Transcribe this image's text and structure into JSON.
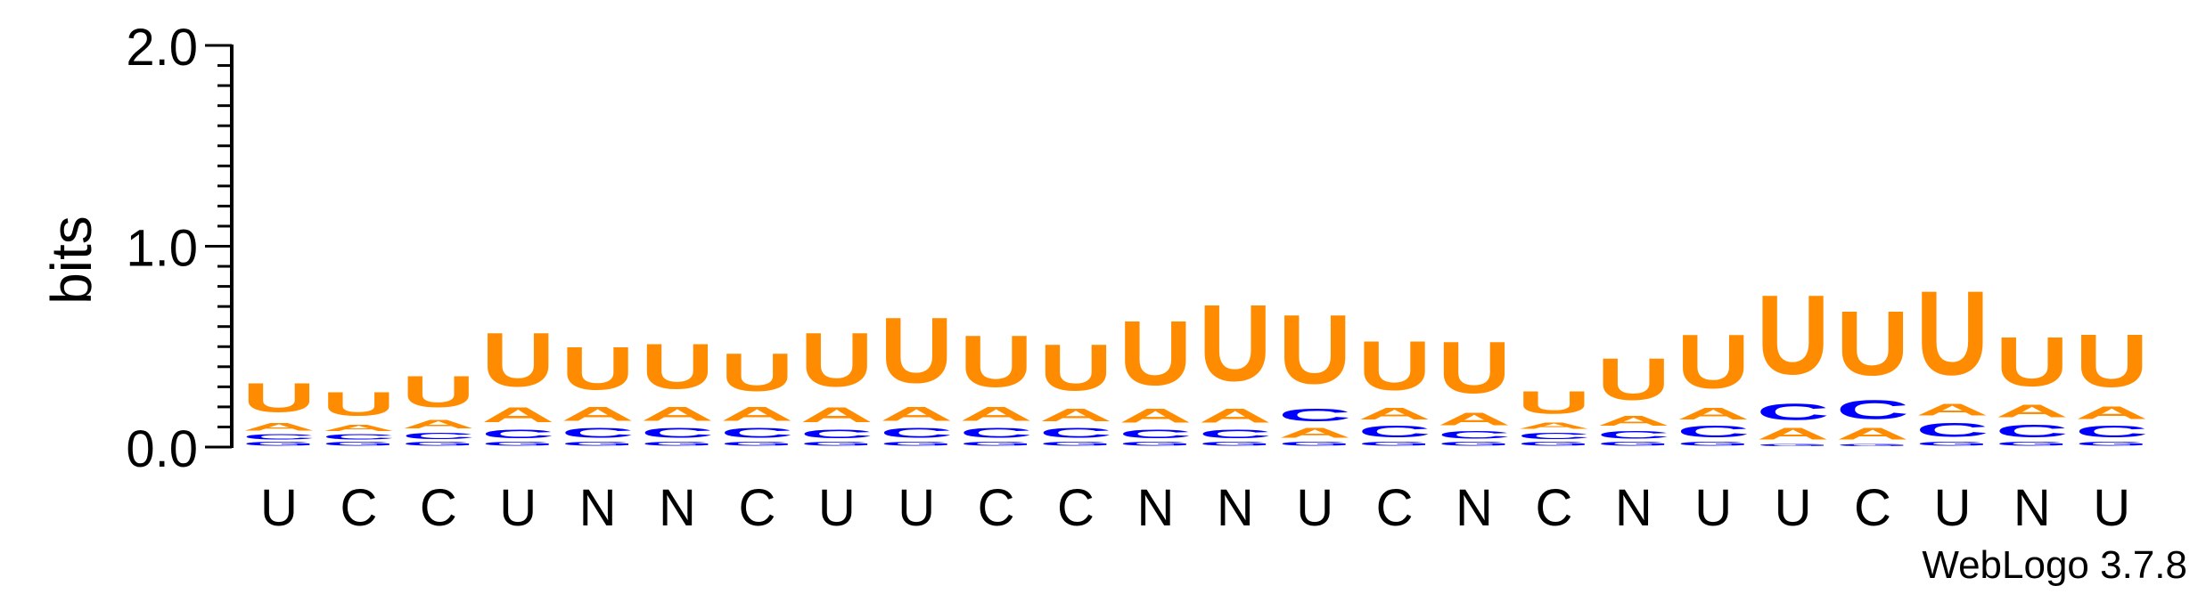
{
  "credit": "WebLogo 3.7.8",
  "chart_data": {
    "type": "sequence-logo",
    "ylabel": "bits",
    "ylim": [
      0,
      2.0
    ],
    "yticks": [
      "0.0",
      "1.0",
      "2.0"
    ],
    "colors": {
      "U": "#FF8C00",
      "A": "#FF8C00",
      "C": "#0000FF",
      "G": "#0000FF"
    },
    "positions": [
      {
        "label": "U",
        "letters": [
          [
            "G",
            0.03
          ],
          [
            "C",
            0.04
          ],
          [
            "A",
            0.06
          ],
          [
            "U",
            0.23
          ]
        ]
      },
      {
        "label": "C",
        "letters": [
          [
            "G",
            0.03
          ],
          [
            "C",
            0.04
          ],
          [
            "A",
            0.05
          ],
          [
            "U",
            0.19
          ]
        ]
      },
      {
        "label": "C",
        "letters": [
          [
            "G",
            0.03
          ],
          [
            "C",
            0.05
          ],
          [
            "A",
            0.07
          ],
          [
            "U",
            0.25
          ]
        ]
      },
      {
        "label": "U",
        "letters": [
          [
            "G",
            0.03
          ],
          [
            "C",
            0.07
          ],
          [
            "A",
            0.12
          ],
          [
            "U",
            0.43
          ]
        ]
      },
      {
        "label": "N",
        "letters": [
          [
            "G",
            0.03
          ],
          [
            "C",
            0.08
          ],
          [
            "A",
            0.11
          ],
          [
            "U",
            0.34
          ]
        ]
      },
      {
        "label": "N",
        "letters": [
          [
            "G",
            0.03
          ],
          [
            "C",
            0.08
          ],
          [
            "A",
            0.11
          ],
          [
            "U",
            0.36
          ]
        ]
      },
      {
        "label": "C",
        "letters": [
          [
            "G",
            0.03
          ],
          [
            "C",
            0.08
          ],
          [
            "A",
            0.11
          ],
          [
            "U",
            0.3
          ]
        ]
      },
      {
        "label": "U",
        "letters": [
          [
            "G",
            0.03
          ],
          [
            "C",
            0.07
          ],
          [
            "A",
            0.12
          ],
          [
            "U",
            0.43
          ]
        ]
      },
      {
        "label": "U",
        "letters": [
          [
            "G",
            0.03
          ],
          [
            "C",
            0.08
          ],
          [
            "A",
            0.11
          ],
          [
            "U",
            0.52
          ]
        ]
      },
      {
        "label": "C",
        "letters": [
          [
            "G",
            0.03
          ],
          [
            "C",
            0.08
          ],
          [
            "A",
            0.11
          ],
          [
            "U",
            0.41
          ]
        ]
      },
      {
        "label": "C",
        "letters": [
          [
            "G",
            0.03
          ],
          [
            "C",
            0.08
          ],
          [
            "A",
            0.1
          ],
          [
            "U",
            0.37
          ]
        ]
      },
      {
        "label": "N",
        "letters": [
          [
            "G",
            0.03
          ],
          [
            "C",
            0.07
          ],
          [
            "A",
            0.11
          ],
          [
            "U",
            0.51
          ]
        ]
      },
      {
        "label": "N",
        "letters": [
          [
            "G",
            0.03
          ],
          [
            "C",
            0.07
          ],
          [
            "A",
            0.11
          ],
          [
            "U",
            0.61
          ]
        ]
      },
      {
        "label": "U",
        "letters": [
          [
            "G",
            0.03
          ],
          [
            "A",
            0.08
          ],
          [
            "C",
            0.1
          ],
          [
            "U",
            0.55
          ]
        ]
      },
      {
        "label": "C",
        "letters": [
          [
            "G",
            0.03
          ],
          [
            "C",
            0.09
          ],
          [
            "A",
            0.09
          ],
          [
            "U",
            0.39
          ]
        ]
      },
      {
        "label": "N",
        "letters": [
          [
            "G",
            0.03
          ],
          [
            "C",
            0.06
          ],
          [
            "A",
            0.1
          ],
          [
            "U",
            0.41
          ]
        ]
      },
      {
        "label": "C",
        "letters": [
          [
            "G",
            0.03
          ],
          [
            "C",
            0.05
          ],
          [
            "A",
            0.05
          ],
          [
            "U",
            0.18
          ]
        ]
      },
      {
        "label": "N",
        "letters": [
          [
            "G",
            0.03
          ],
          [
            "C",
            0.06
          ],
          [
            "A",
            0.08
          ],
          [
            "U",
            0.33
          ]
        ]
      },
      {
        "label": "U",
        "letters": [
          [
            "G",
            0.03
          ],
          [
            "C",
            0.09
          ],
          [
            "A",
            0.09
          ],
          [
            "U",
            0.43
          ]
        ]
      },
      {
        "label": "U",
        "letters": [
          [
            "G",
            0.02
          ],
          [
            "A",
            0.09
          ],
          [
            "C",
            0.13
          ],
          [
            "U",
            0.63
          ]
        ]
      },
      {
        "label": "C",
        "letters": [
          [
            "G",
            0.02
          ],
          [
            "A",
            0.09
          ],
          [
            "C",
            0.15
          ],
          [
            "U",
            0.51
          ]
        ]
      },
      {
        "label": "U",
        "letters": [
          [
            "G",
            0.03
          ],
          [
            "C",
            0.11
          ],
          [
            "A",
            0.09
          ],
          [
            "U",
            0.67
          ]
        ]
      },
      {
        "label": "N",
        "letters": [
          [
            "G",
            0.03
          ],
          [
            "C",
            0.1
          ],
          [
            "A",
            0.1
          ],
          [
            "U",
            0.39
          ]
        ]
      },
      {
        "label": "U",
        "letters": [
          [
            "G",
            0.03
          ],
          [
            "C",
            0.09
          ],
          [
            "A",
            0.1
          ],
          [
            "U",
            0.42
          ]
        ]
      }
    ]
  }
}
